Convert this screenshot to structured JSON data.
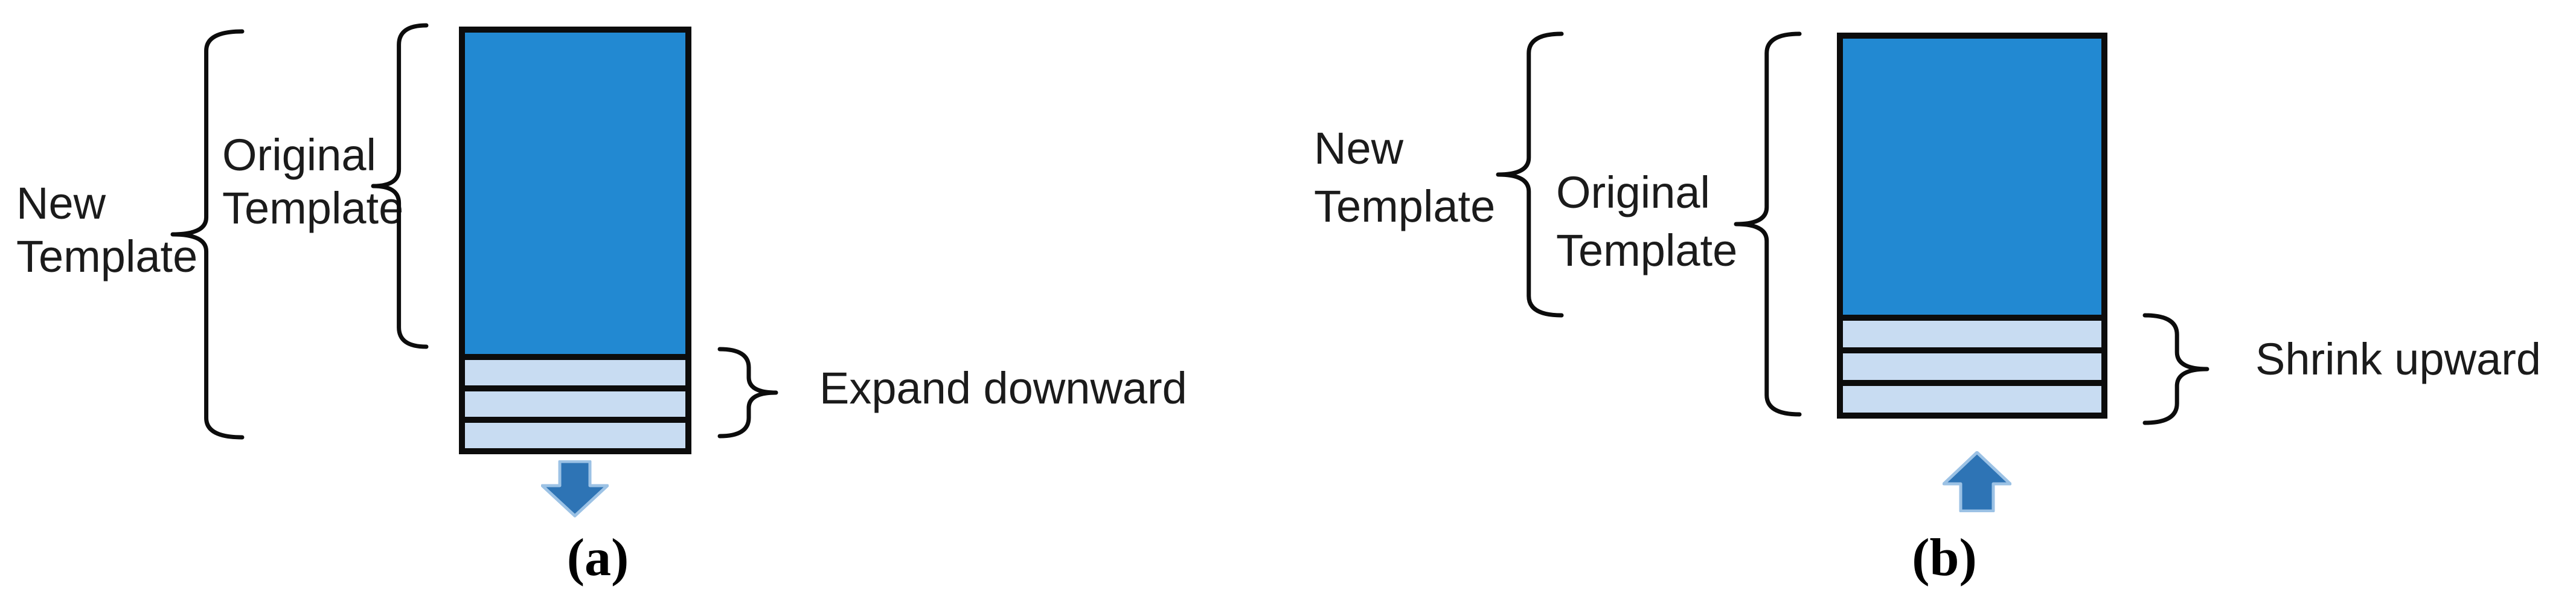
{
  "colors": {
    "template_blue": "#2289D2",
    "extension_row_blue": "#C8DCF2",
    "arrow_fill": "#2E74B5",
    "arrow_outline": "#9CC2E5",
    "line_black": "#0C0C0C",
    "text_color": "#1B1B1B"
  },
  "panel_a": {
    "new_template_label": "New\nTemplate",
    "original_template_label": "Original\nTemplate",
    "action_label": "Expand downward",
    "caption": "(a)",
    "extension_row_count": 3,
    "arrow_direction": "down"
  },
  "panel_b": {
    "new_template_label": "New\nTemplate",
    "original_template_label": "Original\nTemplate",
    "action_label": "Shrink upward",
    "caption": "(b)",
    "extension_row_count": 3,
    "arrow_direction": "up"
  }
}
